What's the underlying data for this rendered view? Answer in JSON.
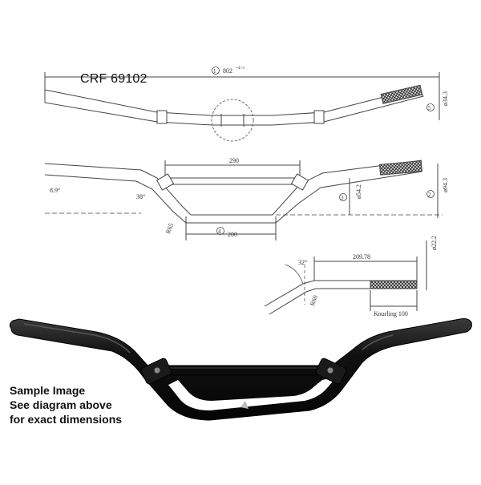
{
  "model_code": "CRF 69102",
  "caption": {
    "line1": "Sample Image",
    "line2": "See diagram above",
    "line3": "for exact dimensions"
  },
  "dimensions": {
    "overall_width": {
      "marker": "1",
      "value": "802",
      "tolerance": "+4/-3"
    },
    "rise": {
      "marker": "2",
      "value": "ø94.3"
    },
    "cross_bar_drop": {
      "marker": "3",
      "value": "ø54.2"
    },
    "center_width": {
      "marker": "4",
      "value": "200"
    },
    "grip_rise": {
      "marker": "5",
      "value": "ø34.3"
    },
    "crossbar_span": "290",
    "sweep_angle": "8.9°",
    "bend_angle": "38°",
    "bend_radius": "R65",
    "grip_length": "209.78",
    "knurl_angle": "32°",
    "knurl_radius": "R60",
    "tube_diameter": "ø22.2",
    "knurling_label": "Knurling 100"
  }
}
